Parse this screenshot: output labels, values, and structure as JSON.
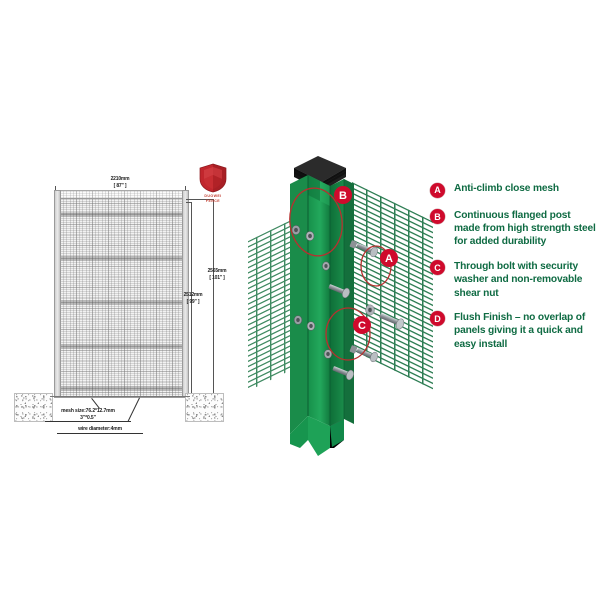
{
  "drawing": {
    "width_dim": {
      "mm": "2210mm",
      "inch": "[ 87\" ]"
    },
    "height_outer": {
      "mm": "2565mm",
      "inch": "[ 101\" ]"
    },
    "height_inner": {
      "mm": "2512mm",
      "inch": "[  99\" ]"
    },
    "mesh_note": {
      "line1": "mesh size:76.2*12.7mm",
      "line2": "3\"*0.5\""
    },
    "wire_note": "wire diameter:4mm"
  },
  "logo": {
    "name_line1": "DUOWEI",
    "name_line2": "FENCE",
    "shield_color": "#c1262d"
  },
  "legend": {
    "items": [
      {
        "letter": "A",
        "text": "Anti-climb close mesh"
      },
      {
        "letter": "B",
        "text": "Continuous flanged post made from high strength steel for added durability"
      },
      {
        "letter": "C",
        "text": "Through bolt with security washer and non-removable shear nut"
      },
      {
        "letter": "D",
        "text": "Flush Finish – no overlap of panels giving it a quick and easy install"
      }
    ],
    "badge_color": "#cf0a2c",
    "text_color": "#0f6b43"
  },
  "illustration": {
    "callouts": [
      {
        "letter": "B"
      },
      {
        "letter": "A"
      },
      {
        "letter": "C"
      }
    ],
    "post_color": "#1f9e52",
    "cap_color": "#1c1c1c",
    "mesh_color": "#2f7d55",
    "bolt_color": "#9aa0a6"
  }
}
